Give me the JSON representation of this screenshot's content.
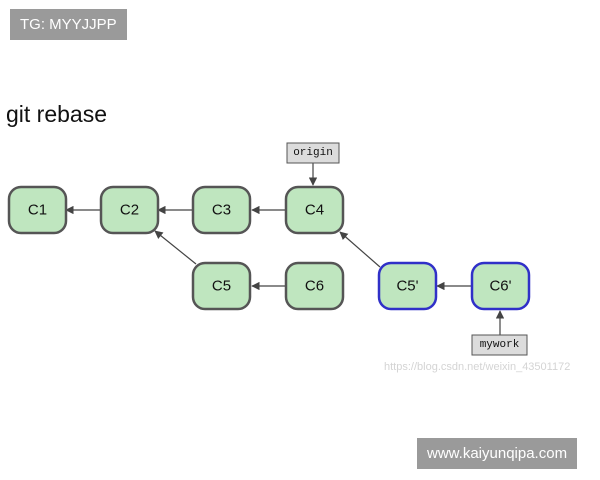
{
  "badges": {
    "top": "TG: MYYJJPP",
    "bottom": "www.kaiyunqipa.com"
  },
  "heading": "git rebase",
  "watermark": "https://blog.csdn.net/weixin_43501172",
  "commits": {
    "c1": "C1",
    "c2": "C2",
    "c3": "C3",
    "c4": "C4",
    "c5": "C5",
    "c6": "C6",
    "c5p": "C5'",
    "c6p": "C6'"
  },
  "refs": {
    "origin": "origin",
    "mywork": "mywork"
  },
  "colors": {
    "node_fill": "#bfe6bf",
    "old_border": "#555555",
    "rebased_border": "#3030c8",
    "badge_bg": "#9a9a9a"
  }
}
